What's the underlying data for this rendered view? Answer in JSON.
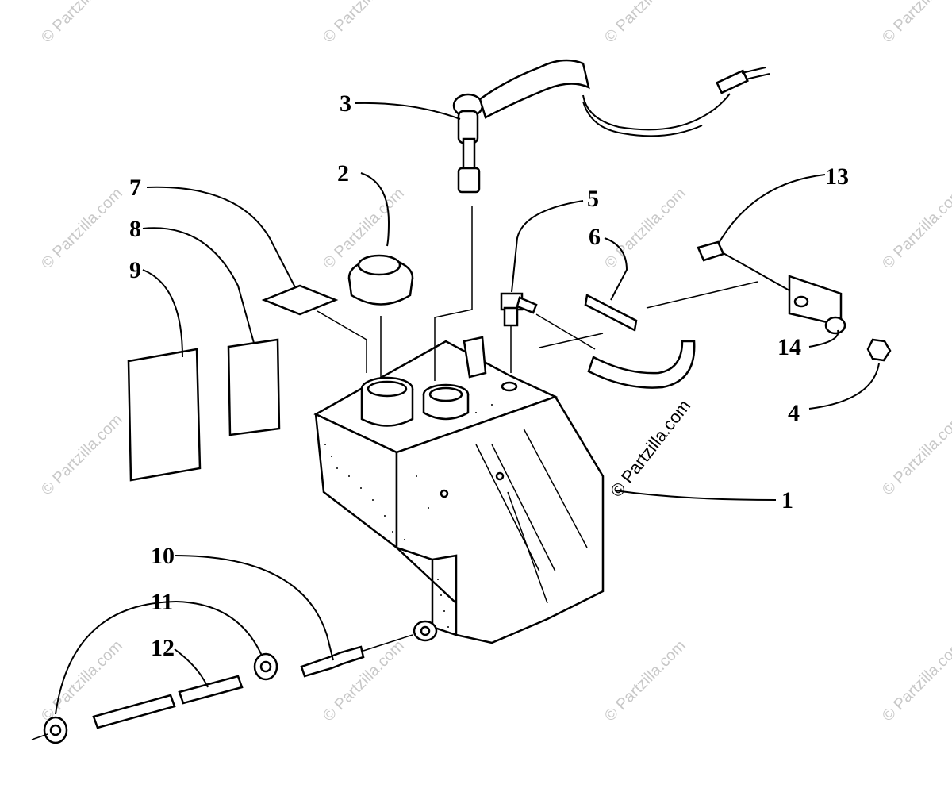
{
  "watermark": {
    "text": "© Partzilla.com",
    "center_text": "© Partzilla.com"
  },
  "callouts": [
    {
      "id": "1",
      "label": "1"
    },
    {
      "id": "2",
      "label": "2"
    },
    {
      "id": "3",
      "label": "3"
    },
    {
      "id": "4",
      "label": "4"
    },
    {
      "id": "5",
      "label": "5"
    },
    {
      "id": "6",
      "label": "6"
    },
    {
      "id": "7",
      "label": "7"
    },
    {
      "id": "8",
      "label": "8"
    },
    {
      "id": "9",
      "label": "9"
    },
    {
      "id": "10",
      "label": "10"
    },
    {
      "id": "11",
      "label": "11"
    },
    {
      "id": "12",
      "label": "12"
    },
    {
      "id": "13",
      "label": "13"
    },
    {
      "id": "14",
      "label": "14"
    }
  ]
}
